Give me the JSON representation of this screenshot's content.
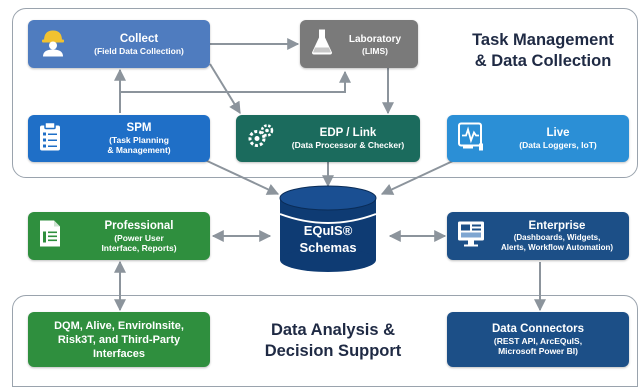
{
  "regions": {
    "top": {
      "title": "Task Management\n& Data Collection"
    },
    "bottom": {
      "title": "Data Analysis &\nDecision Support"
    }
  },
  "nodes": {
    "collect": {
      "title": "Collect",
      "subtitle": "(Field Data Collection)",
      "icon": "worker-icon",
      "color": "#4f7cbf"
    },
    "laboratory": {
      "title": "Laboratory",
      "subtitle": "(LIMS)",
      "icon": "flask-icon",
      "color": "#7a7a7a"
    },
    "spm": {
      "title": "SPM",
      "subtitle": "(Task Planning\n& Management)",
      "icon": "clipboard-icon",
      "color": "#1f6fc7"
    },
    "edp": {
      "title": "EDP / Link",
      "subtitle": "(Data Processor & Checker)",
      "icon": "gears-icon",
      "color": "#1b6b5d"
    },
    "live": {
      "title": "Live",
      "subtitle": "(Data Loggers, IoT)",
      "icon": "monitor-icon",
      "color": "#2b8fd6"
    },
    "professional": {
      "title": "Professional",
      "subtitle": "(Power User\nInterface, Reports)",
      "icon": "document-icon",
      "color": "#2f8f3e"
    },
    "enterprise": {
      "title": "Enterprise",
      "subtitle": "(Dashboards, Widgets,\nAlerts, Workflow Automation)",
      "icon": "dashboard-icon",
      "color": "#1c4f87"
    },
    "dqm": {
      "title": "",
      "subtitle": "DQM, Alive, EnviroInsite,\nRisk3T, and Third-Party\nInterfaces",
      "icon": "",
      "color": "#2f8f3e"
    },
    "connectors": {
      "title": "Data Connectors",
      "subtitle": "(REST API, ArcEQuIS,\nMicrosoft Power BI)",
      "icon": "",
      "color": "#1c4f87"
    }
  },
  "database": {
    "line1": "EQuIS®",
    "line2": "Schemas",
    "color": "#0e3b73"
  },
  "colors": {
    "arrow": "#8c949c",
    "region_border": "#9aa3ad",
    "title_text": "#1f2a44"
  }
}
